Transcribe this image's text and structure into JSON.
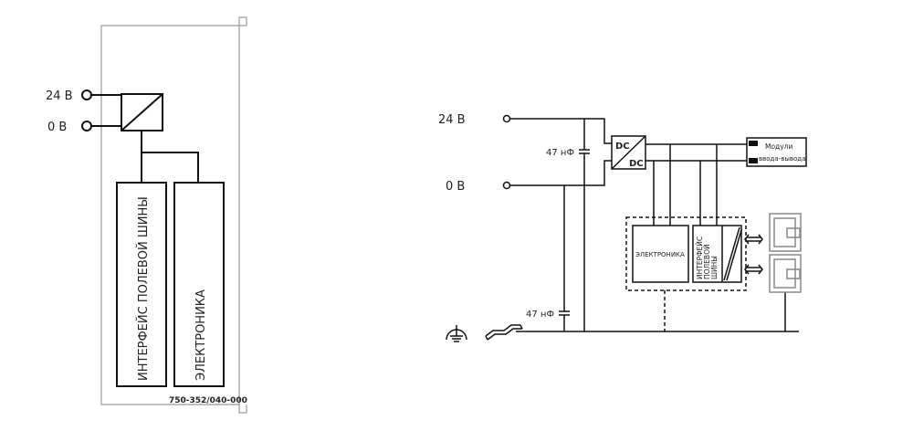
{
  "left_diagram": {
    "terminal_24v": "24 В",
    "terminal_0v": "0 В",
    "block_fieldbus": "ИНТЕРФЕЙС ПОЛЕВОЙ ШИНЫ",
    "block_electronics": "ЭЛЕКТРОНИКА",
    "part_number": "750-352/040-000"
  },
  "right_diagram": {
    "terminal_24v": "24 В",
    "terminal_0v": "0 В",
    "capacitor_top": "47 нФ",
    "capacitor_bottom": "47 нФ",
    "converter_in": "DC",
    "converter_out": "DC",
    "io_modules_line1": "Модули",
    "io_modules_line2": "ввода-вывода",
    "block_electronics": "ЭЛЕКТРОНИКА",
    "block_fieldbus_line1": "ИНТЕРФЕЙС",
    "block_fieldbus_line2": "ПОЛЕВОЙ",
    "block_fieldbus_line3": "ШИНЫ"
  }
}
